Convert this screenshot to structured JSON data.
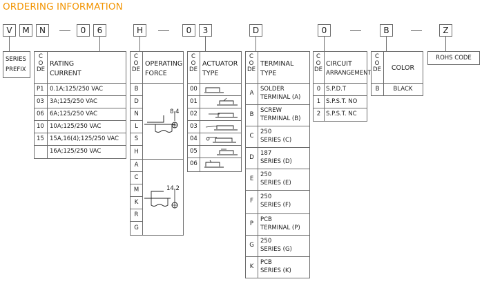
{
  "title": "ORDERING INFORMATION",
  "part_boxes": [
    "V",
    "M",
    "N",
    "0",
    "6",
    "H",
    "0",
    "3",
    "D",
    "0",
    "B",
    "Z"
  ],
  "series_prefix": {
    "label_1": "SERIES",
    "label_2": "PREFIX"
  },
  "code_label": "CODE",
  "rating": {
    "header_1": "RATING",
    "header_2": "CURRENT",
    "rows": [
      {
        "code": "P1",
        "value": "0.1A;125/250 VAC"
      },
      {
        "code": "03",
        "value": "3A;125/250 VAC"
      },
      {
        "code": "06",
        "value": "6A;125/250 VAC"
      },
      {
        "code": "10",
        "value": "10A;125/250 VAC"
      },
      {
        "code": "15",
        "value": "15A,16(4);125/250 VAC"
      },
      {
        "code": "",
        "value": "16A;125/250 VAC"
      }
    ]
  },
  "operating_force": {
    "header_1": "OPERATING",
    "header_2": "FORCE",
    "codes": [
      "B",
      "D",
      "N",
      "L",
      "S",
      "H",
      "A",
      "C",
      "M",
      "K",
      "R",
      "G"
    ],
    "dim_1": "8.4",
    "dim_2": "14.2"
  },
  "actuator": {
    "header_1": "ACTUATOR",
    "header_2": "TYPE",
    "codes": [
      "00",
      "01",
      "02",
      "03",
      "04",
      "05",
      "06"
    ]
  },
  "terminal": {
    "header_1": "TERMINAL",
    "header_2": "TYPE",
    "rows": [
      {
        "code": "A",
        "line1": "SOLDER",
        "line2": "TERMINAL (A)"
      },
      {
        "code": "B",
        "line1": "SCREW",
        "line2": "TERMINAL (B)"
      },
      {
        "code": "C",
        "line1": "250",
        "line2": "SERIES (C)"
      },
      {
        "code": "D",
        "line1": "187",
        "line2": "SERIES (D)"
      },
      {
        "code": "E",
        "line1": "250",
        "line2": "SERIES (E)"
      },
      {
        "code": "F",
        "line1": "250",
        "line2": "SERIES (F)"
      },
      {
        "code": "P",
        "line1": "PCB",
        "line2": "TERMINAL (P)"
      },
      {
        "code": "G",
        "line1": "250",
        "line2": "SERIES (G)"
      },
      {
        "code": "K",
        "line1": "PCB",
        "line2": "SERIES (K)"
      }
    ]
  },
  "circuit": {
    "header_1": "CIRCUIT",
    "header_2": "ARRANGEMENT",
    "rows": [
      {
        "code": "0",
        "value": "S.P.D.T"
      },
      {
        "code": "1",
        "value": "S.P.S.T. NO"
      },
      {
        "code": "2",
        "value": "S.P.S.T. NC"
      }
    ]
  },
  "color": {
    "header": "COLOR",
    "rows": [
      {
        "code": "B",
        "value": "BLACK"
      }
    ]
  },
  "rohs": {
    "label": "ROHS CODE"
  }
}
